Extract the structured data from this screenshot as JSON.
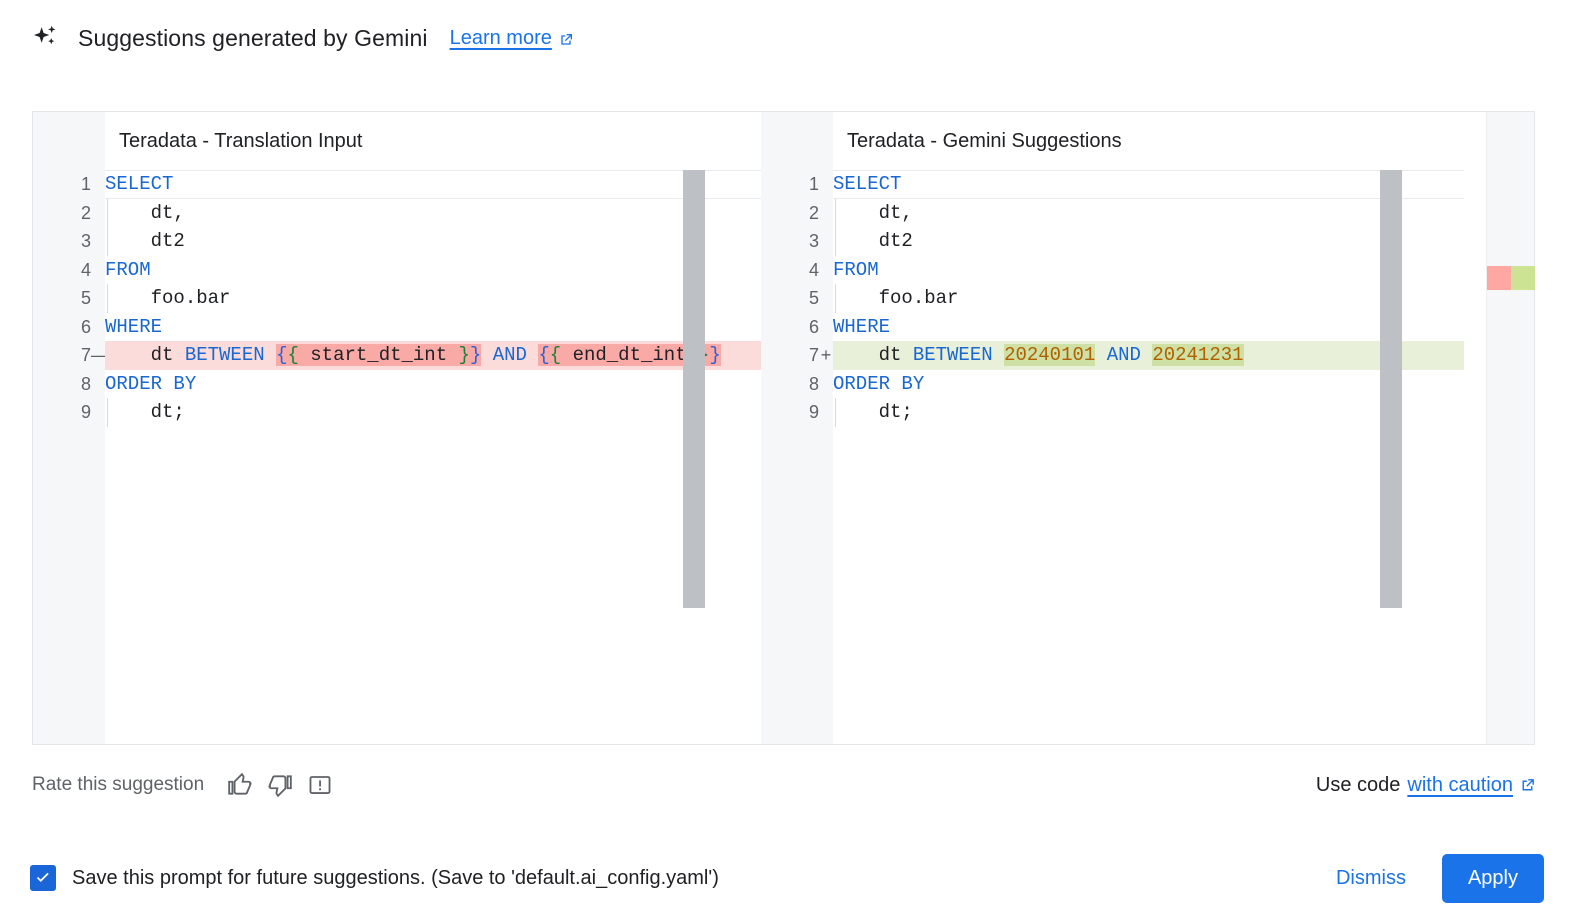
{
  "header": {
    "icon": "sparkle-icon",
    "title": "Suggestions generated by Gemini",
    "learn_more": "Learn more",
    "learn_more_icon": "open-in-new-icon"
  },
  "diff": {
    "left_pane": {
      "title": "Teradata - Translation Input",
      "lines": [
        {
          "n": "1",
          "marker": "",
          "current": true,
          "state": "",
          "tokens": [
            {
              "t": "SELECT",
              "c": "kw"
            }
          ]
        },
        {
          "n": "2",
          "marker": "",
          "current": false,
          "state": "",
          "indent": true,
          "tokens": [
            {
              "t": "    dt,",
              "c": "plain"
            }
          ]
        },
        {
          "n": "3",
          "marker": "",
          "current": false,
          "state": "",
          "indent": true,
          "tokens": [
            {
              "t": "    dt2",
              "c": "plain"
            }
          ]
        },
        {
          "n": "4",
          "marker": "",
          "current": false,
          "state": "",
          "tokens": [
            {
              "t": "FROM",
              "c": "kw"
            }
          ]
        },
        {
          "n": "5",
          "marker": "",
          "current": false,
          "state": "",
          "indent": true,
          "tokens": [
            {
              "t": "    foo.bar",
              "c": "plain"
            }
          ]
        },
        {
          "n": "6",
          "marker": "",
          "current": false,
          "state": "",
          "tokens": [
            {
              "t": "WHERE",
              "c": "kw"
            }
          ]
        },
        {
          "n": "7",
          "marker": "—",
          "current": false,
          "state": "del",
          "tokens": [
            {
              "t": "    dt ",
              "c": "plain"
            },
            {
              "t": "BETWEEN",
              "c": "kw"
            },
            {
              "t": " ",
              "c": "plain"
            },
            {
              "t": "{",
              "c": "brace-b",
              "w": "wdel"
            },
            {
              "t": "{",
              "c": "brace-g",
              "w": "wdel"
            },
            {
              "t": " start_dt_int ",
              "c": "plain",
              "w": "wdel"
            },
            {
              "t": "}",
              "c": "brace-g",
              "w": "wdel"
            },
            {
              "t": "}",
              "c": "brace-b",
              "w": "wdel"
            },
            {
              "t": " ",
              "c": "plain"
            },
            {
              "t": "AND",
              "c": "kw"
            },
            {
              "t": " ",
              "c": "plain"
            },
            {
              "t": "{",
              "c": "brace-b",
              "w": "wdel"
            },
            {
              "t": "{",
              "c": "brace-g",
              "w": "wdel"
            },
            {
              "t": " end_dt_int ",
              "c": "plain",
              "w": "wdel"
            },
            {
              "t": "}",
              "c": "brace-g",
              "w": "wdel"
            },
            {
              "t": "}",
              "c": "brace-b",
              "w": "wdel"
            }
          ]
        },
        {
          "n": "8",
          "marker": "",
          "current": false,
          "state": "",
          "tokens": [
            {
              "t": "ORDER BY",
              "c": "kw"
            }
          ]
        },
        {
          "n": "9",
          "marker": "",
          "current": false,
          "state": "",
          "indent": true,
          "tokens": [
            {
              "t": "    dt;",
              "c": "plain"
            }
          ]
        }
      ]
    },
    "right_pane": {
      "title": "Teradata - Gemini Suggestions",
      "lines": [
        {
          "n": "1",
          "marker": "",
          "current": true,
          "state": "",
          "tokens": [
            {
              "t": "SELECT",
              "c": "kw"
            }
          ]
        },
        {
          "n": "2",
          "marker": "",
          "current": false,
          "state": "",
          "indent": true,
          "tokens": [
            {
              "t": "    dt,",
              "c": "plain"
            }
          ]
        },
        {
          "n": "3",
          "marker": "",
          "current": false,
          "state": "",
          "indent": true,
          "tokens": [
            {
              "t": "    dt2",
              "c": "plain"
            }
          ]
        },
        {
          "n": "4",
          "marker": "",
          "current": false,
          "state": "",
          "tokens": [
            {
              "t": "FROM",
              "c": "kw"
            }
          ]
        },
        {
          "n": "5",
          "marker": "",
          "current": false,
          "state": "",
          "indent": true,
          "tokens": [
            {
              "t": "    foo.bar",
              "c": "plain"
            }
          ]
        },
        {
          "n": "6",
          "marker": "",
          "current": false,
          "state": "",
          "tokens": [
            {
              "t": "WHERE",
              "c": "kw"
            }
          ]
        },
        {
          "n": "7",
          "marker": "+",
          "current": false,
          "state": "ins",
          "tokens": [
            {
              "t": "    dt ",
              "c": "plain"
            },
            {
              "t": "BETWEEN",
              "c": "kw"
            },
            {
              "t": " ",
              "c": "plain"
            },
            {
              "t": "20240101",
              "c": "num",
              "w": "wins"
            },
            {
              "t": " ",
              "c": "plain"
            },
            {
              "t": "AND",
              "c": "kw"
            },
            {
              "t": " ",
              "c": "plain"
            },
            {
              "t": "20241231",
              "c": "num",
              "w": "wins"
            }
          ]
        },
        {
          "n": "8",
          "marker": "",
          "current": false,
          "state": "",
          "tokens": [
            {
              "t": "ORDER BY",
              "c": "kw"
            }
          ]
        },
        {
          "n": "9",
          "marker": "",
          "current": false,
          "state": "",
          "indent": true,
          "tokens": [
            {
              "t": "    dt;",
              "c": "plain"
            }
          ]
        }
      ]
    },
    "overview_ruler": {
      "removed_color": "#ffa7a2",
      "added_color": "#cbe392"
    }
  },
  "rate": {
    "label": "Rate this suggestion",
    "thumb_up_icon": "thumb-up-icon",
    "thumb_down_icon": "thumb-down-icon",
    "report_icon": "report-feedback-icon",
    "use_code_prefix": "Use code",
    "caution_link": "with caution",
    "caution_icon": "open-in-new-icon"
  },
  "footer": {
    "save_checked": true,
    "save_label": "Save this prompt for future suggestions. (Save to 'default.ai_config.yaml')",
    "dismiss_label": "Dismiss",
    "apply_label": "Apply"
  },
  "colors": {
    "accent": "#1a73e8",
    "keyword": "#1967d2",
    "number": "#b06000",
    "delete_line_bg": "#fbdcdb",
    "delete_word_bg": "#f9aaa6",
    "insert_line_bg": "#e9f0da",
    "insert_word_bg": "#cfe0a4"
  }
}
